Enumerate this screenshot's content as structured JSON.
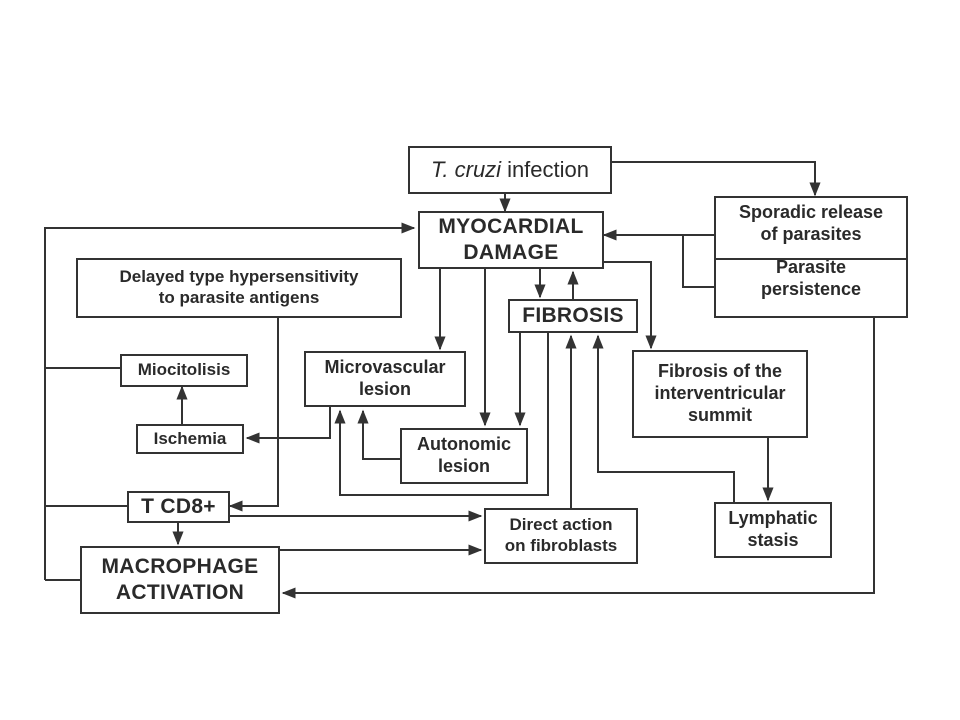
{
  "nodes": {
    "infection": {
      "italic": "T. cruzi",
      "text": "infection"
    },
    "myocardial_damage": {
      "lines": [
        "MYOCARDIAL",
        "DAMAGE"
      ]
    },
    "sporadic_release": {
      "lines": [
        "Sporadic release",
        "of parasites"
      ]
    },
    "parasite_persistence": {
      "lines": [
        "Parasite",
        "persistence"
      ]
    },
    "dth": {
      "lines": [
        "Delayed type hypersensitivity",
        "to parasite antigens"
      ]
    },
    "fibrosis": {
      "lines": [
        "FIBROSIS"
      ]
    },
    "miocitolisis": {
      "lines": [
        "Miocitolisis"
      ]
    },
    "microvascular": {
      "lines": [
        "Microvascular",
        "lesion"
      ]
    },
    "fibrosis_summit": {
      "lines": [
        "Fibrosis of the",
        "interventricular",
        "summit"
      ]
    },
    "ischemia": {
      "lines": [
        "Ischemia"
      ]
    },
    "autonomic": {
      "lines": [
        "Autonomic",
        "lesion"
      ]
    },
    "tcd8": {
      "lines": [
        "T CD8+"
      ]
    },
    "direct_action": {
      "lines": [
        "Direct action",
        "on fibroblasts"
      ]
    },
    "lymphatic": {
      "lines": [
        "Lymphatic",
        "stasis"
      ]
    },
    "macrophage": {
      "lines": [
        "MACROPHAGE",
        "ACTIVATION"
      ]
    }
  },
  "colors": {
    "line": "#333333",
    "text": "#2a2a2a",
    "background": "#ffffff"
  }
}
